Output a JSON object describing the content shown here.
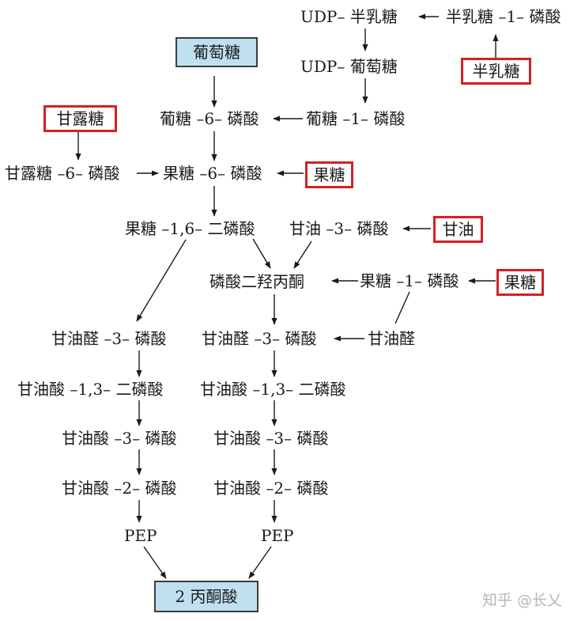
{
  "nodes": {
    "udp_gal": "UDP– 半乳糖",
    "gal_1p": "半乳糖 –1– 磷酸",
    "glucose": "葡萄糖",
    "udp_glc": "UDP– 葡萄糖",
    "galactose": "半乳糖",
    "mannose": "甘露糖",
    "glc_6p": "葡糖 –6– 磷酸",
    "glc_1p": "葡糖 –1– 磷酸",
    "man_6p": "甘露糖 –6– 磷酸",
    "fru_6p": "果糖 –6– 磷酸",
    "fructose_a": "果糖",
    "fbp": "果糖 –1,6– 二磷酸",
    "g3p_glycerol": "甘油 –3– 磷酸",
    "glycerol": "甘油",
    "dhap": "磷酸二羟丙酮",
    "fru_1p": "果糖 –1– 磷酸",
    "fructose_b": "果糖",
    "gap_left": "甘油醛 –3– 磷酸",
    "gap_right": "甘油醛 –3– 磷酸",
    "glyceraldehyde": "甘油醛",
    "bpg_left": "甘油酸 –1,3– 二磷酸",
    "bpg_right": "甘油酸 –1,3– 二磷酸",
    "pg3_left": "甘油酸 –3– 磷酸",
    "pg3_right": "甘油酸 –3– 磷酸",
    "pg2_left": "甘油酸 –2– 磷酸",
    "pg2_right": "甘油酸 –2– 磷酸",
    "pep_left": "PEP",
    "pep_right": "PEP",
    "pyruvate": "2 丙酮酸"
  },
  "watermark": "知乎 @长乂",
  "colors": {
    "highlight_border": "#d41f27",
    "terminal_fill": "#bfe0ee",
    "arrow": "#1a1a1a"
  }
}
